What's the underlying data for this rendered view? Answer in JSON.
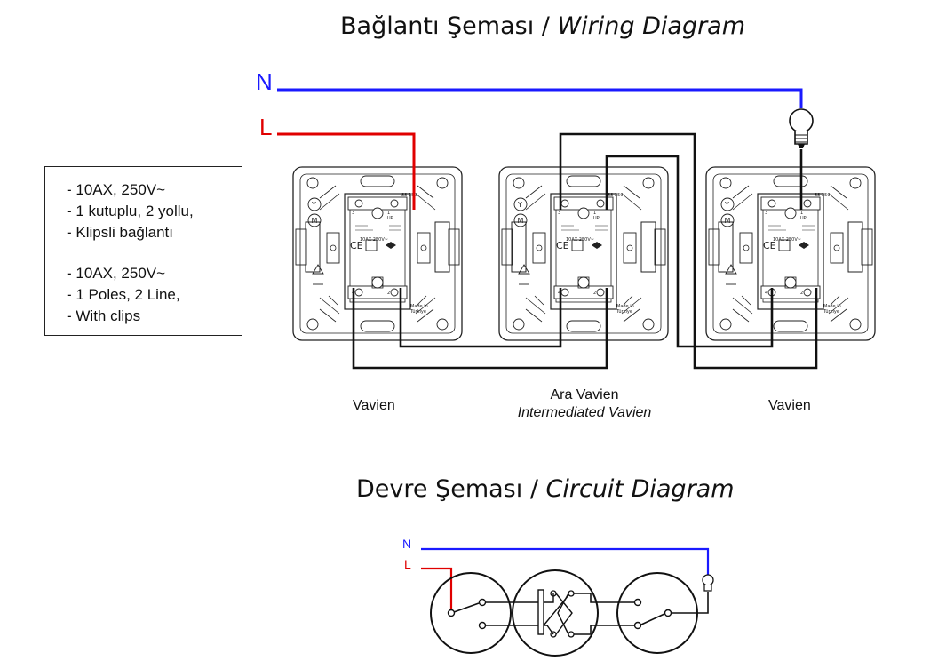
{
  "titles": {
    "wiring_plain": "Bağlantı Şeması / ",
    "wiring_italic": "Wiring Diagram",
    "circuit_plain": "Devre Şeması / ",
    "circuit_italic": "Circuit Diagram"
  },
  "specs": {
    "tr": [
      "- 10AX, 250V~",
      "- 1 kutuplu, 2 yollu,",
      "- Klipsli bağlantı"
    ],
    "en": [
      "- 10AX, 250V~",
      "- 1 Poles, 2 Line,",
      "- With clips"
    ]
  },
  "wire_labels": {
    "neutral": "N",
    "live": "L"
  },
  "module_labels": {
    "left": "Vavien",
    "middle": "Ara Vavien",
    "middle_italic": "Intermediated Vavien",
    "right": "Vavien"
  },
  "module_print": {
    "rating": "10AX 250V~",
    "made_in": "Made in",
    "country": "Türkiye",
    "series": "88 250",
    "up": "UP",
    "terminals": [
      "3",
      "1",
      "4",
      "2"
    ]
  },
  "colors": {
    "neutral": "#1a1aff",
    "live": "#e00000",
    "wire": "#111111"
  },
  "icons": [
    "lamp-icon",
    "ce-mark-icon",
    "recycle-icon"
  ]
}
